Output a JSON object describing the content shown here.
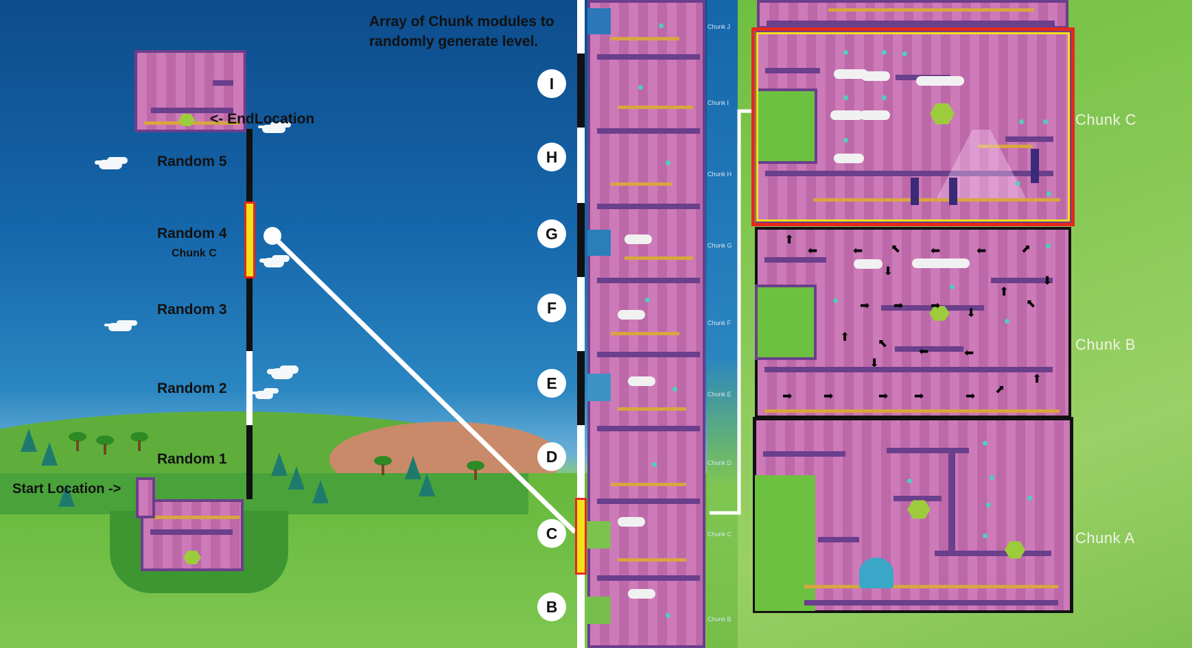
{
  "heading": {
    "line1": "Array of Chunk modules to",
    "line2": "randomly generate level."
  },
  "left_stack": {
    "end_label": "<- EndLocation",
    "start_label": "Start Location ->",
    "random_labels": [
      "Random 5",
      "Random 4",
      "Random 3",
      "Random 2",
      "Random 1"
    ],
    "random4_sub": "Chunk C"
  },
  "array_letters": [
    "I",
    "H",
    "G",
    "F",
    "E",
    "D",
    "C",
    "B"
  ],
  "array_tiny_labels": [
    "Chunk J",
    "Chunk I",
    "Chunk H",
    "Chunk G",
    "Chunk F",
    "Chunk E",
    "Chunk D",
    "Chunk C",
    "Chunk B"
  ],
  "detail_labels": {
    "chunk_c": "Chunk C",
    "chunk_b": "Chunk B",
    "chunk_a": "Chunk A"
  },
  "colors": {
    "sky": "#1566aa",
    "chunk_pink": "#c96fb3",
    "chunk_purple": "#6a3f8c",
    "highlight_red": "#e5281f",
    "highlight_yellow": "#f2e21a"
  },
  "icons": [
    "cloud-icon",
    "arrow-icon"
  ]
}
